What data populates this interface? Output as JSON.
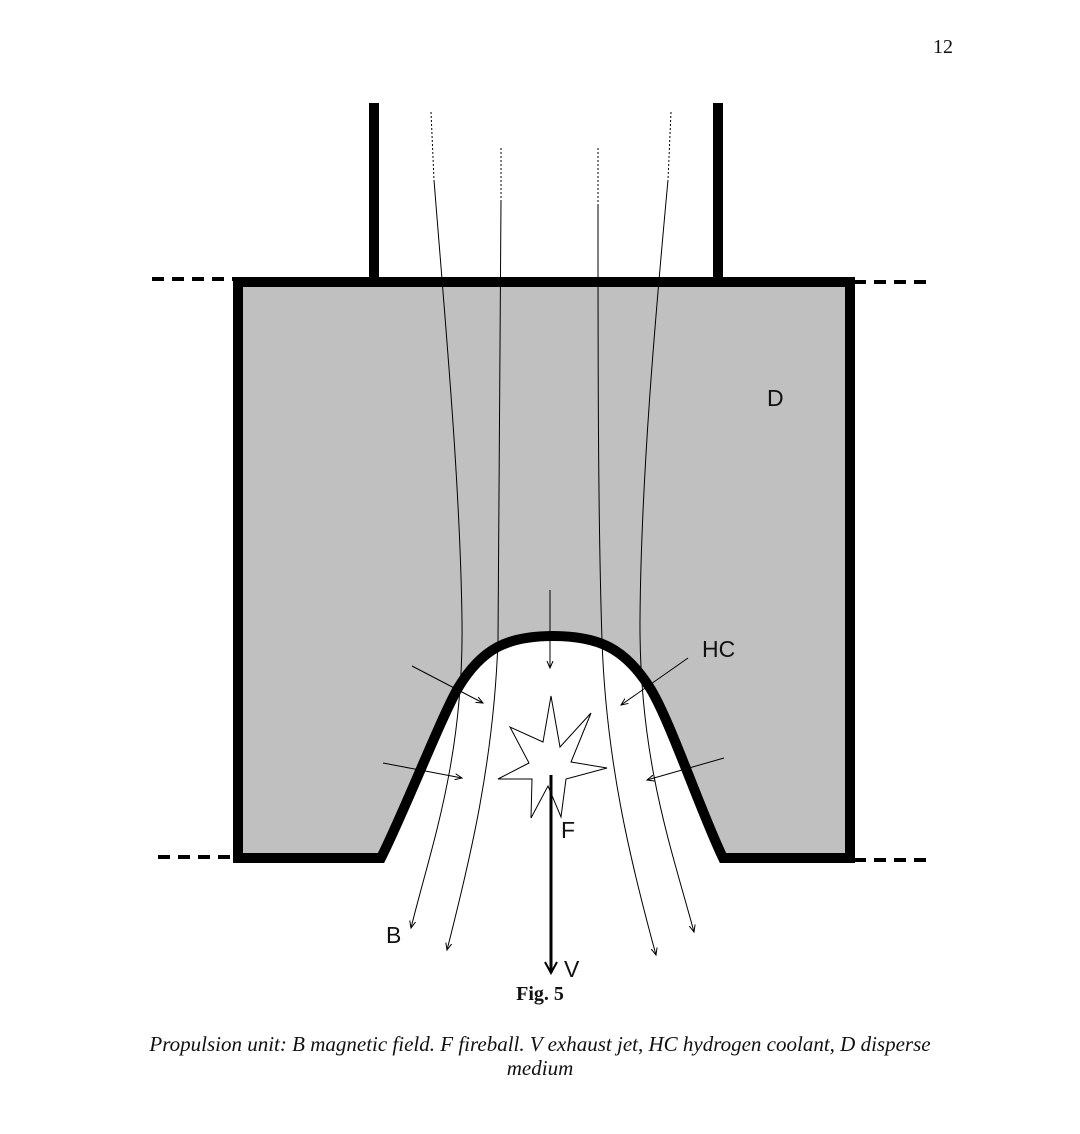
{
  "page_number": "12",
  "figure": {
    "label_D": "D",
    "label_HC": "HC",
    "label_F": "F",
    "label_B": "B",
    "label_V": "V",
    "title": "Fig. 5",
    "caption": "Propulsion unit: B magnetic field. F fireball. V exhaust jet, HC hydrogen coolant, D disperse medium",
    "colors": {
      "medium_fill": "#c0c0c0",
      "outline": "#000000"
    }
  }
}
